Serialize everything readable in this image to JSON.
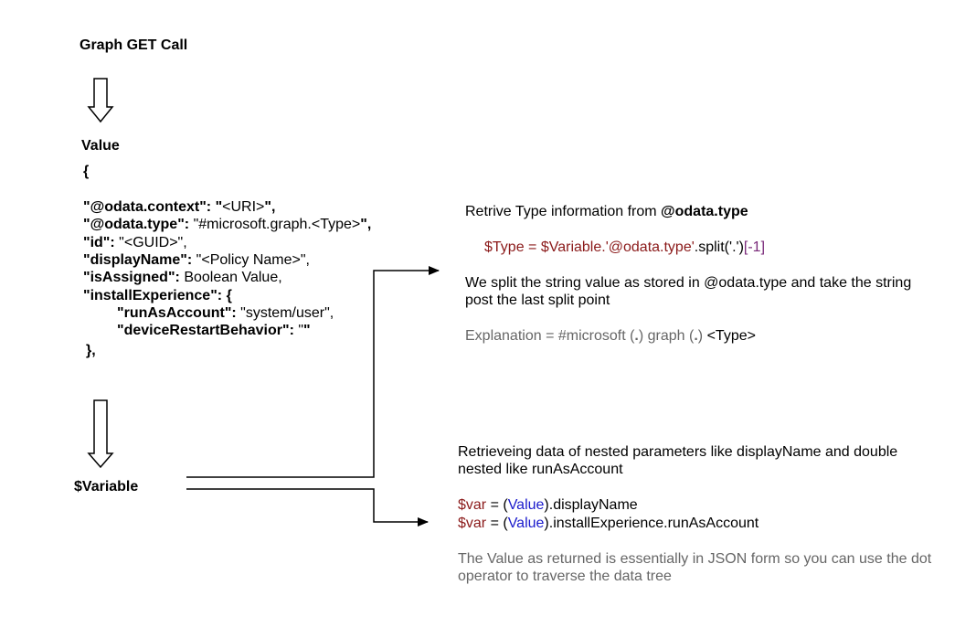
{
  "graph_call": {
    "title": "Graph GET Call"
  },
  "value_block": {
    "label": "Value",
    "open_brace": "{",
    "close_brace": "},",
    "lines": [
      {
        "key": "\"@odata.context\": ",
        "q_open": "\"",
        "val": "<URI>",
        "q_close": "\",",
        "bold_close": true
      },
      {
        "key": "\"@odata.type\": ",
        "q_open": "\"",
        "val": "#microsoft.graph.<Type>",
        "q_close": "\",",
        "bold_close": true
      },
      {
        "key": "\"id\": ",
        "q_open": "\"",
        "val": "<GUID>",
        "q_close": "\",",
        "bold_close": false
      },
      {
        "key": "\"displayName\": ",
        "q_open": "\"",
        "val": "<Policy Name>",
        "q_close": "\",",
        "bold_close": false
      },
      {
        "key": "\"isAssigned\": ",
        "q_open": "",
        "val": "Boolean Value,",
        "q_close": "",
        "bold_close": false
      },
      {
        "key": "\"installExperience\": {",
        "q_open": "",
        "val": "",
        "q_close": "",
        "bold_close": false
      },
      {
        "key": "\"runAsAccount\": ",
        "q_open": "\"",
        "val": "system/user",
        "q_close": "\",",
        "bold_close": false
      },
      {
        "key": "\"deviceRestartBehavior\": ",
        "q_open": "\"",
        "val": "",
        "q_close": "\"",
        "bold_close": true
      }
    ]
  },
  "variable": {
    "label": "$Variable"
  },
  "type_info": {
    "heading_prefix": "Retrive Type information from ",
    "heading_bold": "@odata.type",
    "code": {
      "var": "$Type",
      "eq": " = ",
      "src": "$Variable",
      "prop": ".'@odata.type'",
      "method": ".split('.')",
      "index": "[-1]"
    },
    "desc_line1": "We split the string value as stored in @odata.type and take the  string",
    "desc_line2": "post the last split point",
    "explanation": {
      "prefix": "Explanation = #microsoft (",
      "dot1": ".",
      "mid": ") graph (",
      "dot2": ".",
      "close": ") ",
      "type": "<Type>"
    }
  },
  "nested_info": {
    "desc_line1": "Retrieveing data of nested parameters like displayName and double",
    "desc_line2": "nested like runAsAccount",
    "code_lines": [
      {
        "var": "$var",
        "eq": " = (",
        "val": "Value",
        "close": ")",
        "rest": ".displayName"
      },
      {
        "var": "$var",
        "eq": " = (",
        "val": "Value",
        "close": ")",
        "rest": ".installExperience.runAsAccount"
      }
    ],
    "note_line1": "The Value as returned is essentially in JSON form so you can use the dot",
    "note_line2": "operator to traverse the data tree"
  },
  "colors": {
    "variable_red": "#8b1a1a",
    "value_blue": "#1a1acc",
    "index_purple": "#7a2a7a",
    "note_gray": "#666666"
  }
}
